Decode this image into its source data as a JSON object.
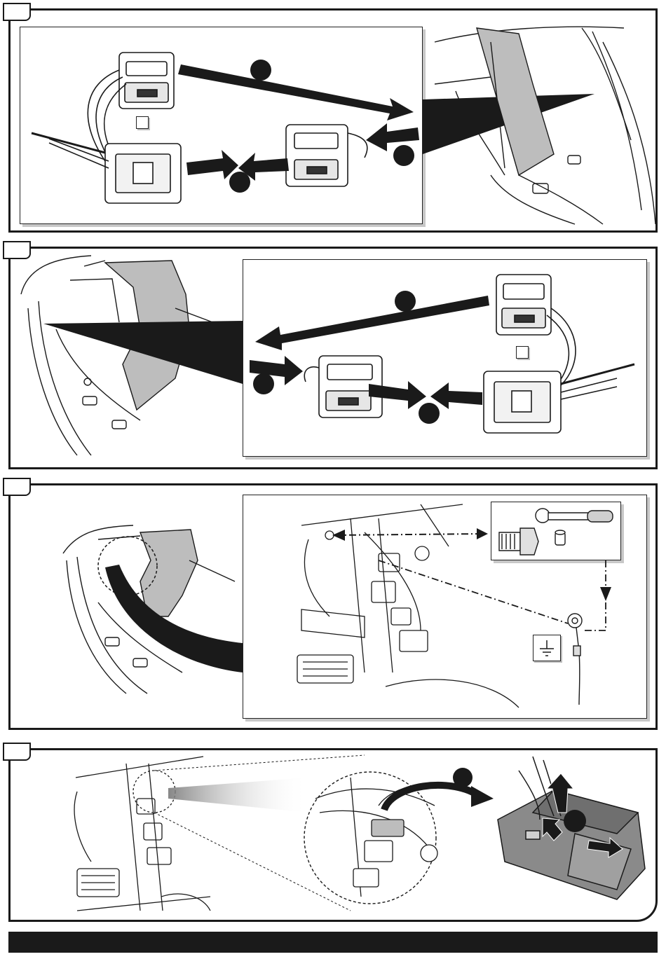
{
  "colors": {
    "ink": "#1a1a1a",
    "panel_bg": "#ffffff",
    "shade": "#c8c8c8",
    "highlight_grey": "#9a9a9a",
    "footer": "#1a1a1a"
  },
  "icons": {
    "ground_symbol": "ground-icon",
    "bolt": "bolt-icon",
    "ratchet": "ratchet-wrench-icon",
    "socket": "socket-icon"
  },
  "steps": [
    {
      "id": "step-1",
      "numbered_markers": 3,
      "has_checkbox": true
    },
    {
      "id": "step-2",
      "numbered_markers": 3,
      "has_checkbox": true
    },
    {
      "id": "step-3",
      "has_tool_inset": true,
      "has_ground_symbol": true
    },
    {
      "id": "step-4",
      "numbered_markers": 2,
      "has_zoom_circle": true
    }
  ]
}
